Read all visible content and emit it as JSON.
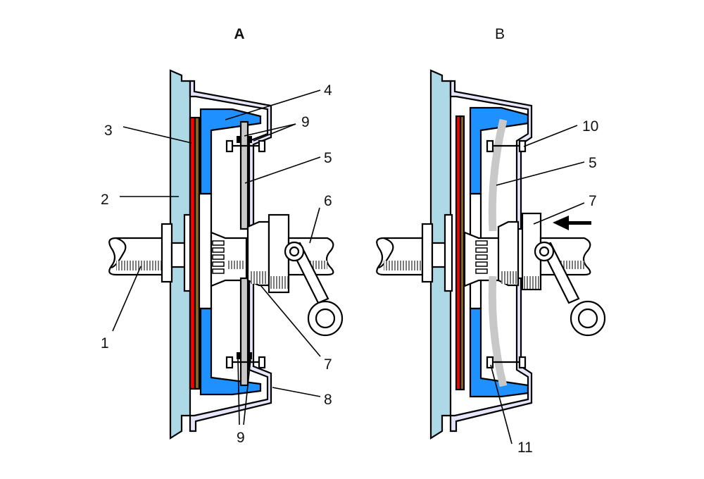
{
  "colors": {
    "flywheel": "#add8e6",
    "friction_lining": "#ff0000",
    "clutch_disc": "#8b6b22",
    "pressure_plate": "#1e90ff",
    "cover": "#e6e6fa",
    "spring": "#c8c8c8"
  },
  "panels": [
    {
      "title": "A",
      "state": "engaged",
      "labels": [
        {
          "id": "1",
          "text": "1"
        },
        {
          "id": "2",
          "text": "2"
        },
        {
          "id": "3",
          "text": "3"
        },
        {
          "id": "4",
          "text": "4"
        },
        {
          "id": "5",
          "text": "5"
        },
        {
          "id": "6",
          "text": "6"
        },
        {
          "id": "7",
          "text": "7"
        },
        {
          "id": "8",
          "text": "8"
        },
        {
          "id": "9a",
          "text": "9"
        },
        {
          "id": "9b",
          "text": "9"
        }
      ]
    },
    {
      "title": "B",
      "state": "disengaged",
      "labels": [
        {
          "id": "10",
          "text": "10"
        },
        {
          "id": "5",
          "text": "5"
        },
        {
          "id": "7",
          "text": "7"
        },
        {
          "id": "11",
          "text": "11"
        }
      ],
      "arrow": "push-arrow-left"
    }
  ]
}
